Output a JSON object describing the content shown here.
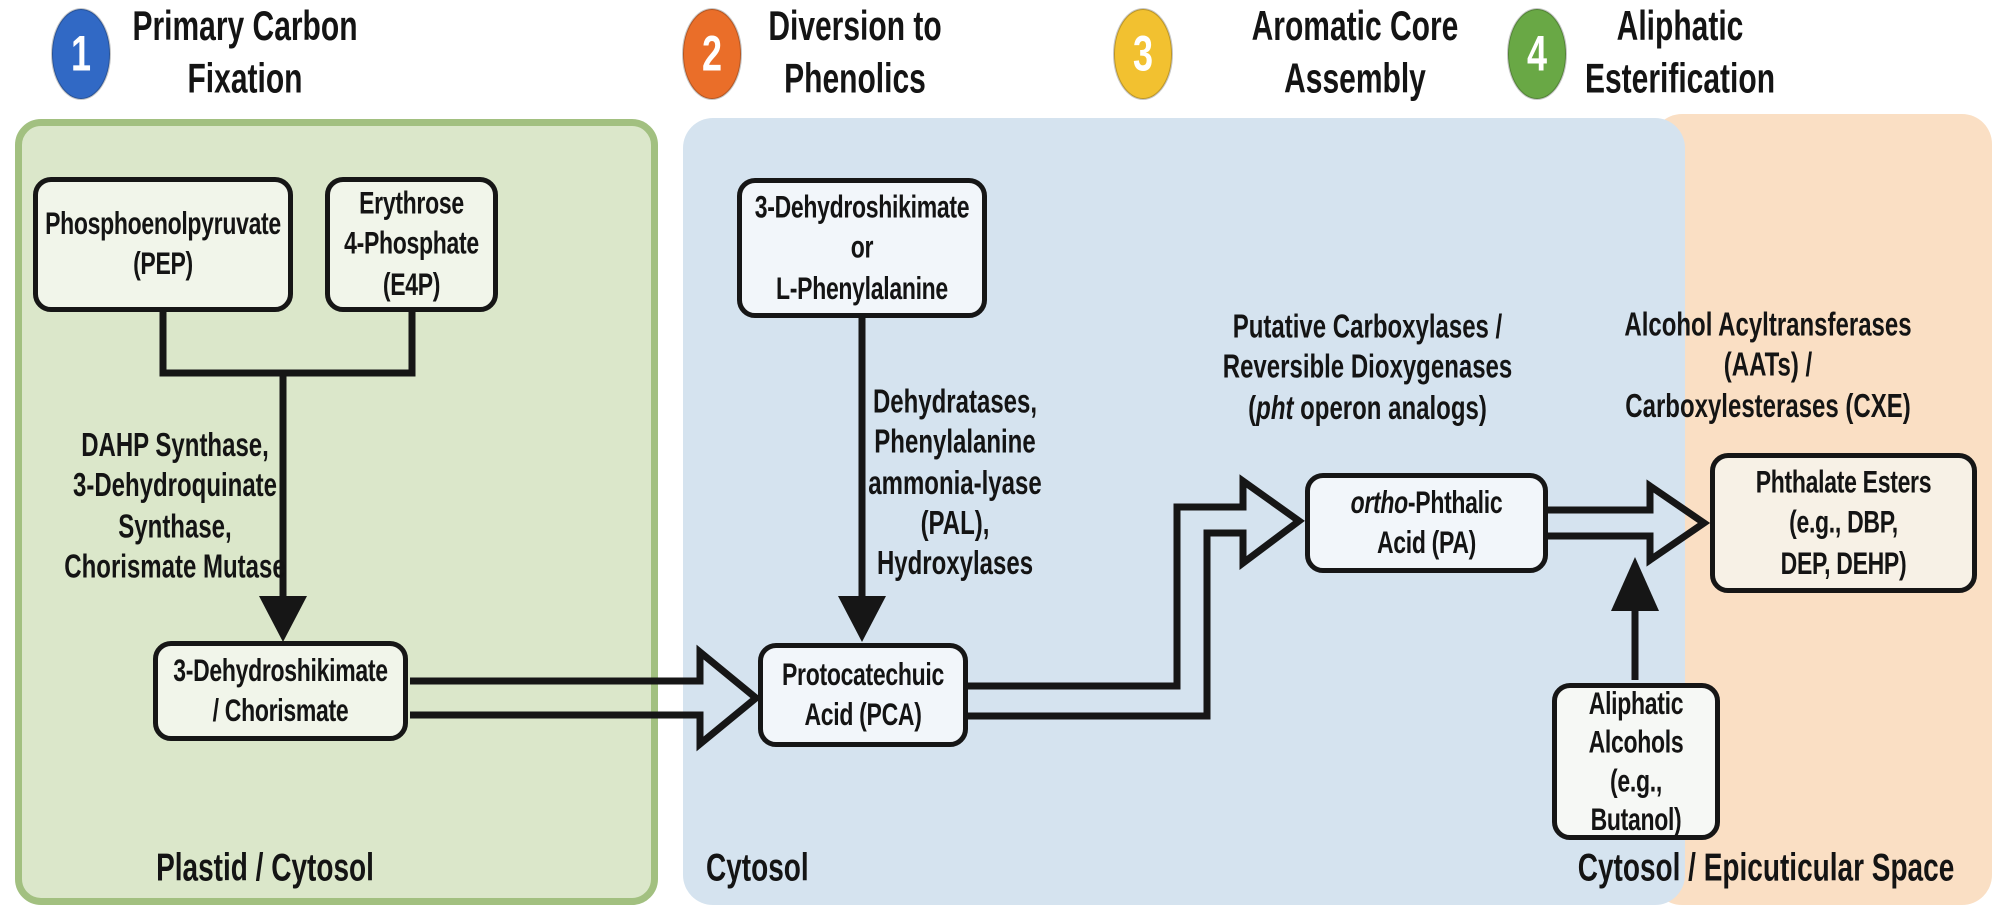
{
  "stages": [
    {
      "number": "1",
      "badge_color": "#3169c5",
      "title_line1": "Primary Carbon",
      "title_line2": "Fixation"
    },
    {
      "number": "2",
      "badge_color": "#ea6e29",
      "title_line1": "Diversion to",
      "title_line2": "Phenolics"
    },
    {
      "number": "3",
      "badge_color": "#f2c130",
      "title_line1": "Aromatic Core",
      "title_line2": "Assembly"
    },
    {
      "number": "4",
      "badge_color": "#69a845",
      "title_line1": "Aliphatic",
      "title_line2": "Esterification"
    }
  ],
  "panels": {
    "plastid": {
      "fill": "#dbe7ca",
      "border": "#a2c080",
      "pep_box": {
        "line1": "Phosphoenolpyruvate",
        "line2": "(PEP)"
      },
      "e4p_box": {
        "line1": "Erythrose",
        "line2": "4-Phosphate",
        "line3": "(E4P)"
      },
      "enzymes": {
        "line1": "DAHP Synthase,",
        "line2": "3-Dehydroquinate",
        "line3": "Synthase,",
        "line4": "Chorismate Mutase"
      },
      "dhs_box": {
        "line1": "3-Dehydroshikimate",
        "line2": "/ Chorismate"
      },
      "location": "Plastid / Cytosol"
    },
    "cytosol": {
      "fill": "#d5e3ef",
      "dhs_phe_box": {
        "line1": "3-Dehydroshikimate",
        "line2": "or",
        "line3": "L-Phenylalanine"
      },
      "enzymes": {
        "line1": "Dehydratases,",
        "line2": "Phenylalanine",
        "line3": "ammonia-lyase",
        "line4": "(PAL),",
        "line5": "Hydroxylases"
      },
      "pca_box": {
        "line1": "Protocatechuic",
        "line2": "Acid (PCA)"
      },
      "carboxylases": {
        "line1": "Putative Carboxylases /",
        "line2": "Reversible Dioxygenases",
        "line3_pre": "(",
        "line3_italic": "pht",
        "line3_rest": " operon analogs)"
      },
      "pa_box": {
        "line1_italic": "ortho",
        "line1_rest": "-Phthalic",
        "line2": "Acid (PA)"
      },
      "location": "Cytosol"
    },
    "epicuticular": {
      "fill": "#fadfc4",
      "aat": {
        "line1": "Alcohol Acyltransferases",
        "line2": "(AATs) /",
        "line3": "Carboxylesterases (CXE)"
      },
      "esters_box": {
        "line1": "Phthalate Esters",
        "line2": "(e.g., DBP,",
        "line3": "DEP, DEHP)"
      },
      "alcohols_box": {
        "line1": "Aliphatic",
        "line2": "Alcohols",
        "line3": "(e.g.,",
        "line4": "Butanol)"
      },
      "location": "Cytosol / Epicuticular Space"
    }
  },
  "line_color": "#161616"
}
